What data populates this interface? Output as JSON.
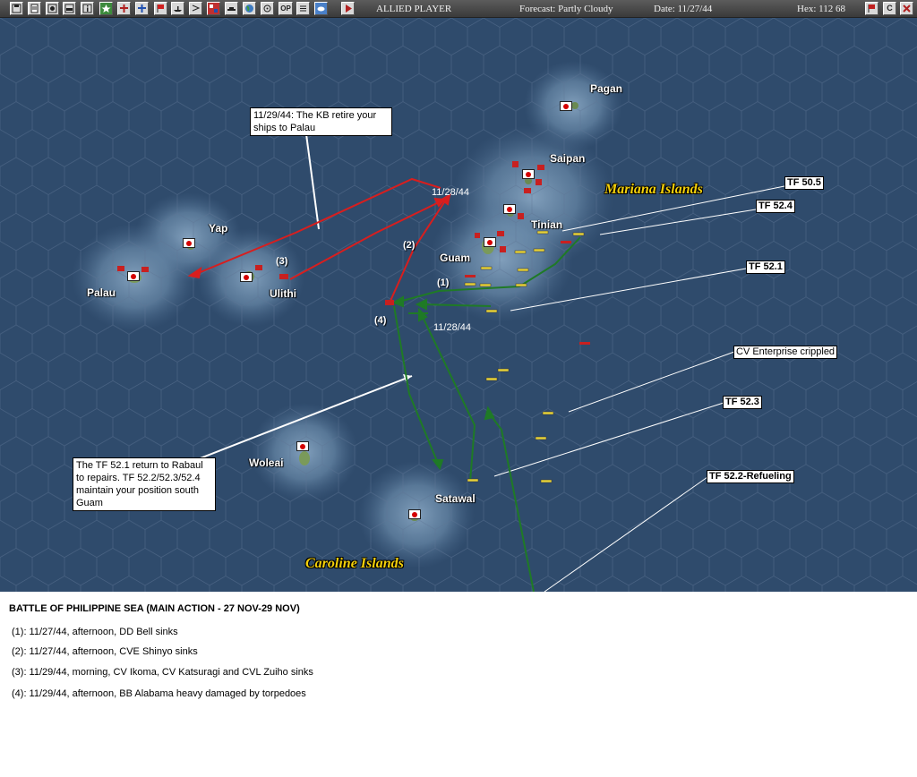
{
  "toolbar": {
    "player": "ALLIED PLAYER",
    "forecast": "Forecast: Partly Cloudy",
    "date": "Date: 11/27/44",
    "hex": "Hex: 112 68",
    "op_label": "OP",
    "close_label": "C"
  },
  "map": {
    "islands": {
      "pagan": "Pagan",
      "saipan": "Saipan",
      "tinian": "Tinian",
      "guam": "Guam",
      "yap": "Yap",
      "palau": "Palau",
      "ulithi": "Ulithi",
      "woleai": "Woleai",
      "satawal": "Satawal"
    },
    "regions": {
      "mariana": "Mariana Islands",
      "caroline": "Caroline Islands"
    },
    "markers": {
      "m1": "(1)",
      "m2": "(2)",
      "m3": "(3)",
      "m4": "(4)"
    },
    "dates": {
      "upper": "11/28/44",
      "lower": "11/28/44"
    },
    "callouts": {
      "kb_retire": "11/29/44: The KB retire your ships to Palau",
      "tf_return": "The TF 52.1 return to Rabaul to repairs. TF 52.2/52.3/52.4 maintain your position south Guam"
    },
    "tf_labels": {
      "tf505": "TF 50.5",
      "tf524": "TF 52.4",
      "tf521": "TF 52.1",
      "enterprise": "CV Enterprise crippled",
      "tf523": "TF 52.3",
      "tf522": "TF 52.2-Refueling"
    },
    "colors": {
      "sea": "#2f4b6c",
      "shallow": "#6e8fae",
      "japanese_track": "#d81e1e",
      "allied_track": "#1f7a26",
      "region_label": "#f5d10a"
    }
  },
  "report": {
    "title": "BATTLE OF PHILIPPINE SEA (MAIN ACTION - 27 NOV-29 NOV)",
    "events": [
      "(1): 11/27/44, afternoon, DD Bell sinks",
      "(2): 11/27/44, afternoon, CVE Shinyo sinks",
      "(3): 11/29/44, morning, CV Ikoma, CV Katsuragi and CVL Zuiho sinks",
      "(4): 11/29/44, afternoon, BB Alabama heavy damaged by torpedoes"
    ]
  }
}
